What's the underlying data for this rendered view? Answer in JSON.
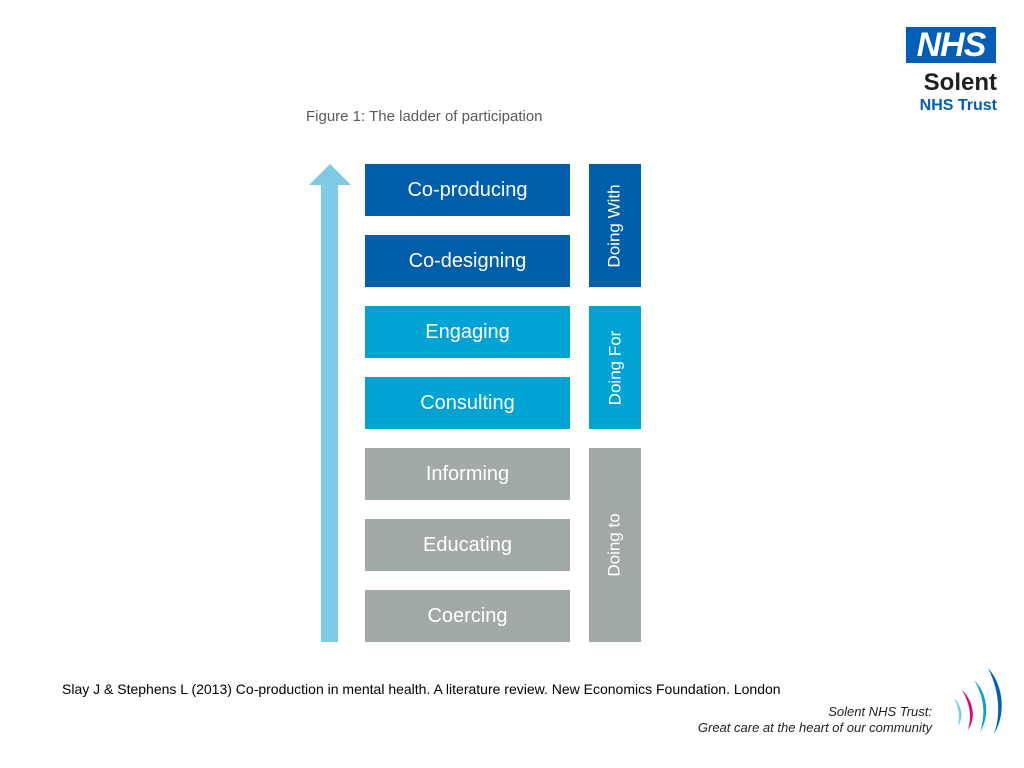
{
  "logo": {
    "badge": "NHS",
    "name": "Solent",
    "sub": "NHS Trust"
  },
  "figure": {
    "title": "Figure 1: The ladder of participation",
    "rungs": [
      {
        "label": "Co-producing",
        "group": "Doing With"
      },
      {
        "label": "Co-designing",
        "group": "Doing With"
      },
      {
        "label": "Engaging",
        "group": "Doing For"
      },
      {
        "label": "Consulting",
        "group": "Doing For"
      },
      {
        "label": "Informing",
        "group": "Doing to"
      },
      {
        "label": "Educating",
        "group": "Doing to"
      },
      {
        "label": "Coercing",
        "group": "Doing to"
      }
    ],
    "groups": [
      "Doing With",
      "Doing For",
      "Doing to"
    ],
    "colors": {
      "doing_with": "#005eab",
      "doing_for": "#00a3d3",
      "doing_to": "#a2aaa7",
      "arrow": "#7ecbe5"
    }
  },
  "citation": "Slay J & Stephens L (2013) Co-production in mental health. A literature review. New Economics Foundation. London",
  "footer": {
    "tagline_1": "Solent NHS Trust:",
    "tagline_2": "Great care at the heart of our community"
  }
}
